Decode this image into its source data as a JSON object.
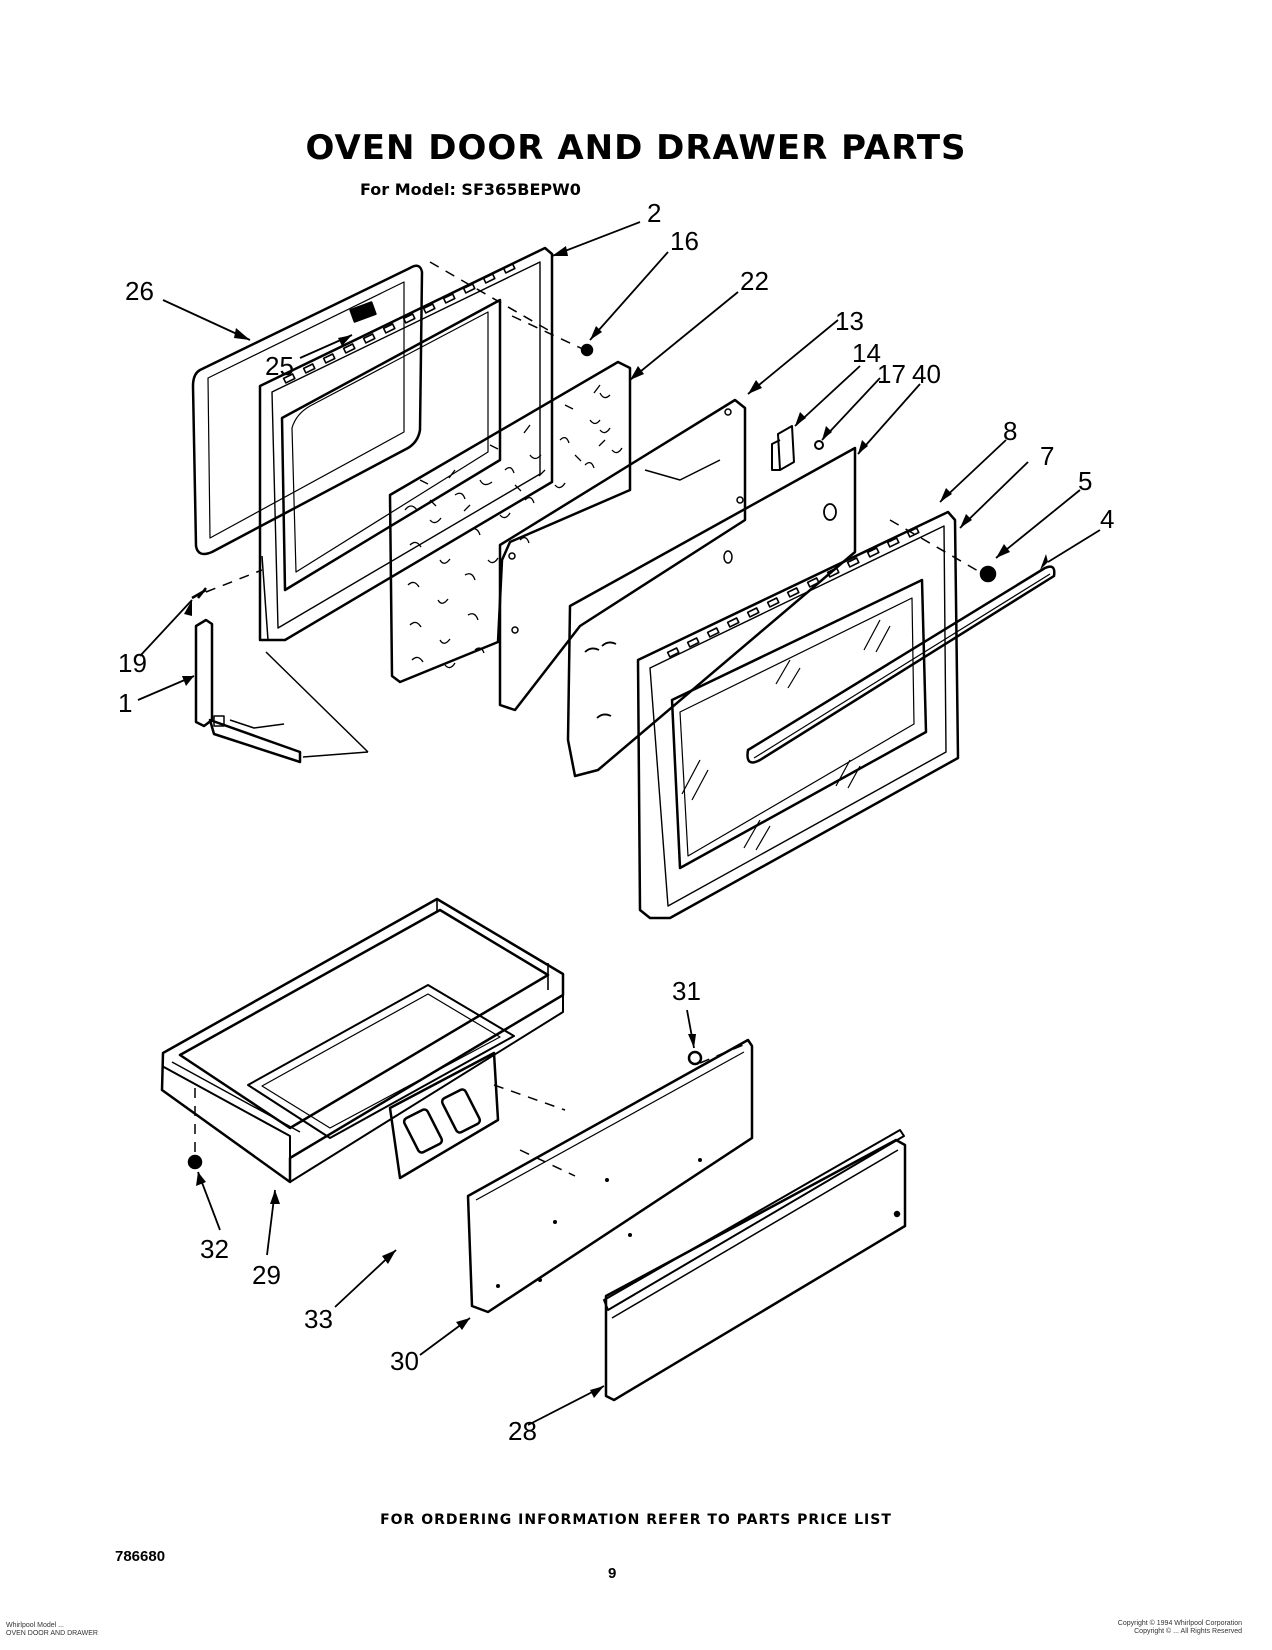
{
  "title": "OVEN DOOR AND  DRAWER PARTS",
  "model_label": "For Model:",
  "model_number": "SF365BEPW0",
  "callouts": [
    "2",
    "16",
    "26",
    "25",
    "22",
    "13",
    "14",
    "17",
    "40",
    "8",
    "7",
    "5",
    "4",
    "19",
    "1",
    "31",
    "32",
    "29",
    "33",
    "30",
    "28"
  ],
  "footer_note": "FOR ORDERING INFORMATION REFER TO PARTS PRICE LIST",
  "doc_number": "786680",
  "page_number": "9",
  "fine_print_left": [
    "Whirlpool Model ...",
    "OVEN DOOR AND DRAWER"
  ],
  "fine_print_right": [
    "Copyright © 1994 Whirlpool Corporation",
    "Copyright © ... All Rights Reserved"
  ]
}
